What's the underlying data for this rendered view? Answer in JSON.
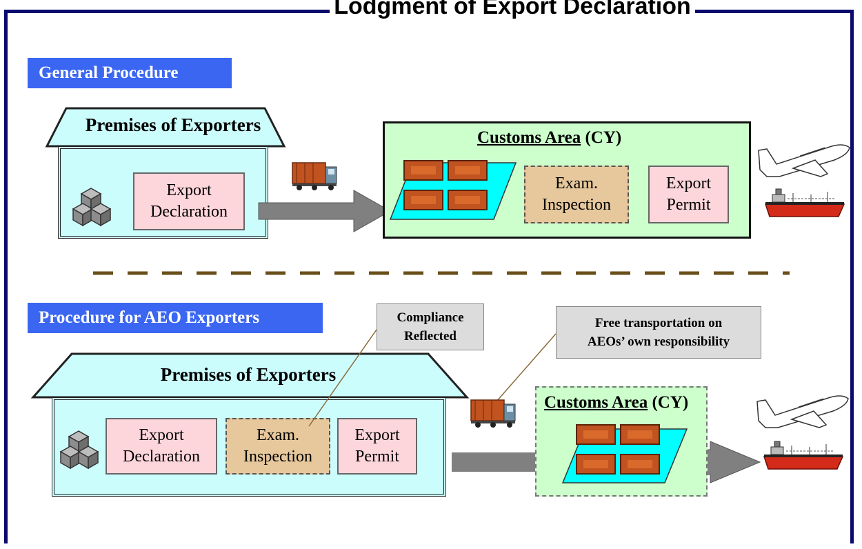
{
  "title": "Lodgment of Export Declaration",
  "colors": {
    "frame": "#0a0a6e",
    "label_bg": "#3a66f2",
    "premises_bg": "#ccfdfd",
    "customs_bg": "#ccffcc",
    "doc_pink": "#fdd6dc",
    "exam_tan": "#e6c89c",
    "arrow": "#808080",
    "divider": "#6b4f1a",
    "yard": "#00ffff",
    "container": "#c0531f"
  },
  "general": {
    "label": "General   Procedure",
    "premises_label": "Premises of Exporters",
    "export_declaration": "Export\nDeclaration",
    "customs_area_title": "Customs Area",
    "customs_area_suffix": " (CY)",
    "exam_inspection": "Exam.\nInspection",
    "export_permit": "Export\nPermit"
  },
  "aeo": {
    "label": "Procedure for AEO Exporters",
    "premises_label": "Premises of Exporters",
    "export_declaration": "Export\nDeclaration",
    "exam_inspection": "Exam.\nInspection",
    "export_permit": "Export\nPermit",
    "customs_area_title": "Customs Area",
    "customs_area_suffix": " (CY)",
    "callout_compliance": "Compliance\nReflected",
    "callout_transport": "Free transportation on\nAEOs’ own responsibility"
  },
  "icons": [
    "boxes-icon",
    "truck-icon",
    "airplane-icon",
    "ship-icon",
    "container-icon",
    "arrow-icon"
  ]
}
